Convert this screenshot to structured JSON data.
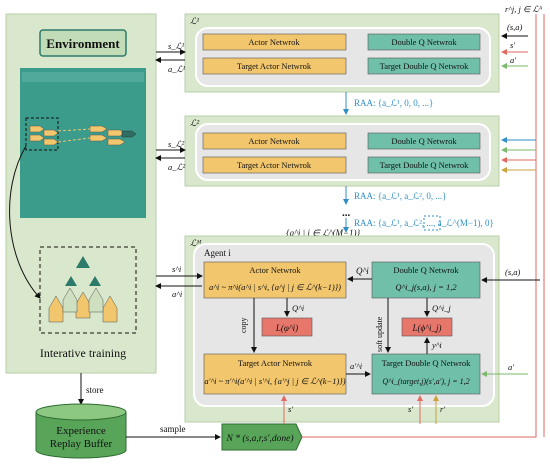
{
  "environment": {
    "title": "Environment",
    "caption": "Interative training"
  },
  "buffer": {
    "line1": "Experience",
    "line2": "Replay Buffer",
    "store_label": "store",
    "sample_label": "sample",
    "minibatch": "N * (s,a,r,s′,done)"
  },
  "agent_top": {
    "set_label": "ℒ¹",
    "actor": "Actor Netwrok",
    "target_actor": "Target Actor Netwrok",
    "double_q": "Double Q Netwrok",
    "target_double_q": "Target Double Q Netwrok",
    "state_in": "s_ℒ¹",
    "action_out": "a_ℒ¹"
  },
  "agent_mid": {
    "set_label": "ℒ²",
    "actor": "Actor Netwrok",
    "target_actor": "Target Actor Netwrok",
    "double_q": "Double Q Netwrok",
    "target_double_q": "Target Double Q Netwrok",
    "state_in": "s_ℒ²",
    "action_out": "a_ℒ²"
  },
  "raa": {
    "raa1": "RAA: {a_ℒ¹, 0, 0, ...}",
    "raa2": "RAA: {a_ℒ¹, a_ℒ², 0, ...}",
    "raa3": "RAA: {a_ℒ¹, a_ℒ², ..., a_ℒ^(M−1), 0}",
    "ellipsis": "..."
  },
  "agent_m": {
    "set_label": "ℒᴹ",
    "agent_label": "Agent i",
    "joint_action": "{a^j | j ∈ ℒ^(M−1)}",
    "actor": "Actor Netwrok",
    "actor_formula": "a^i ~ π^i(a^i | s^i, {a^j | j ∈ ℒ^(k−1)})",
    "target_actor": "Target Actor Netwrok",
    "target_actor_formula": "a′^i ~ π′^i(a′^i | s′^i, {a′^j | j ∈ ℒ^(k−1)})",
    "double_q": "Double Q Netwrok",
    "double_q_formula": "Q^i_j(s,a), j = 1,2",
    "target_double_q_formula": "Q^i_(target,j)(s′,a′), j = 1,2",
    "actor_loss": "L(φ^i)",
    "critic_loss": "L(ϕ^i_j)",
    "q_label": "Q^i",
    "qj_label": "Q^i_j",
    "copy": "copy",
    "soft_update": "soft update",
    "y_label": "y^i",
    "s_in": "s^i",
    "a_out": "a^i",
    "a_prime": "a′^i",
    "s_prime": "s′",
    "r_prime": "r′"
  },
  "right_side": {
    "reward": "r^j, j ∈ ℒᴬ",
    "sa_top": "(s,a)",
    "s_prime": "s′",
    "a_prime": "a′",
    "sa_mid": "(s,a)",
    "a_prime2": "a′"
  },
  "colors": {
    "panel_green": "#d9e8cc",
    "actor_yellow": "#f2c66d",
    "q_teal": "#6fbfa9",
    "loss_red": "#e8776b",
    "env_teal": "#3b9c8c",
    "arrow_blue": "#2f8fc4"
  }
}
